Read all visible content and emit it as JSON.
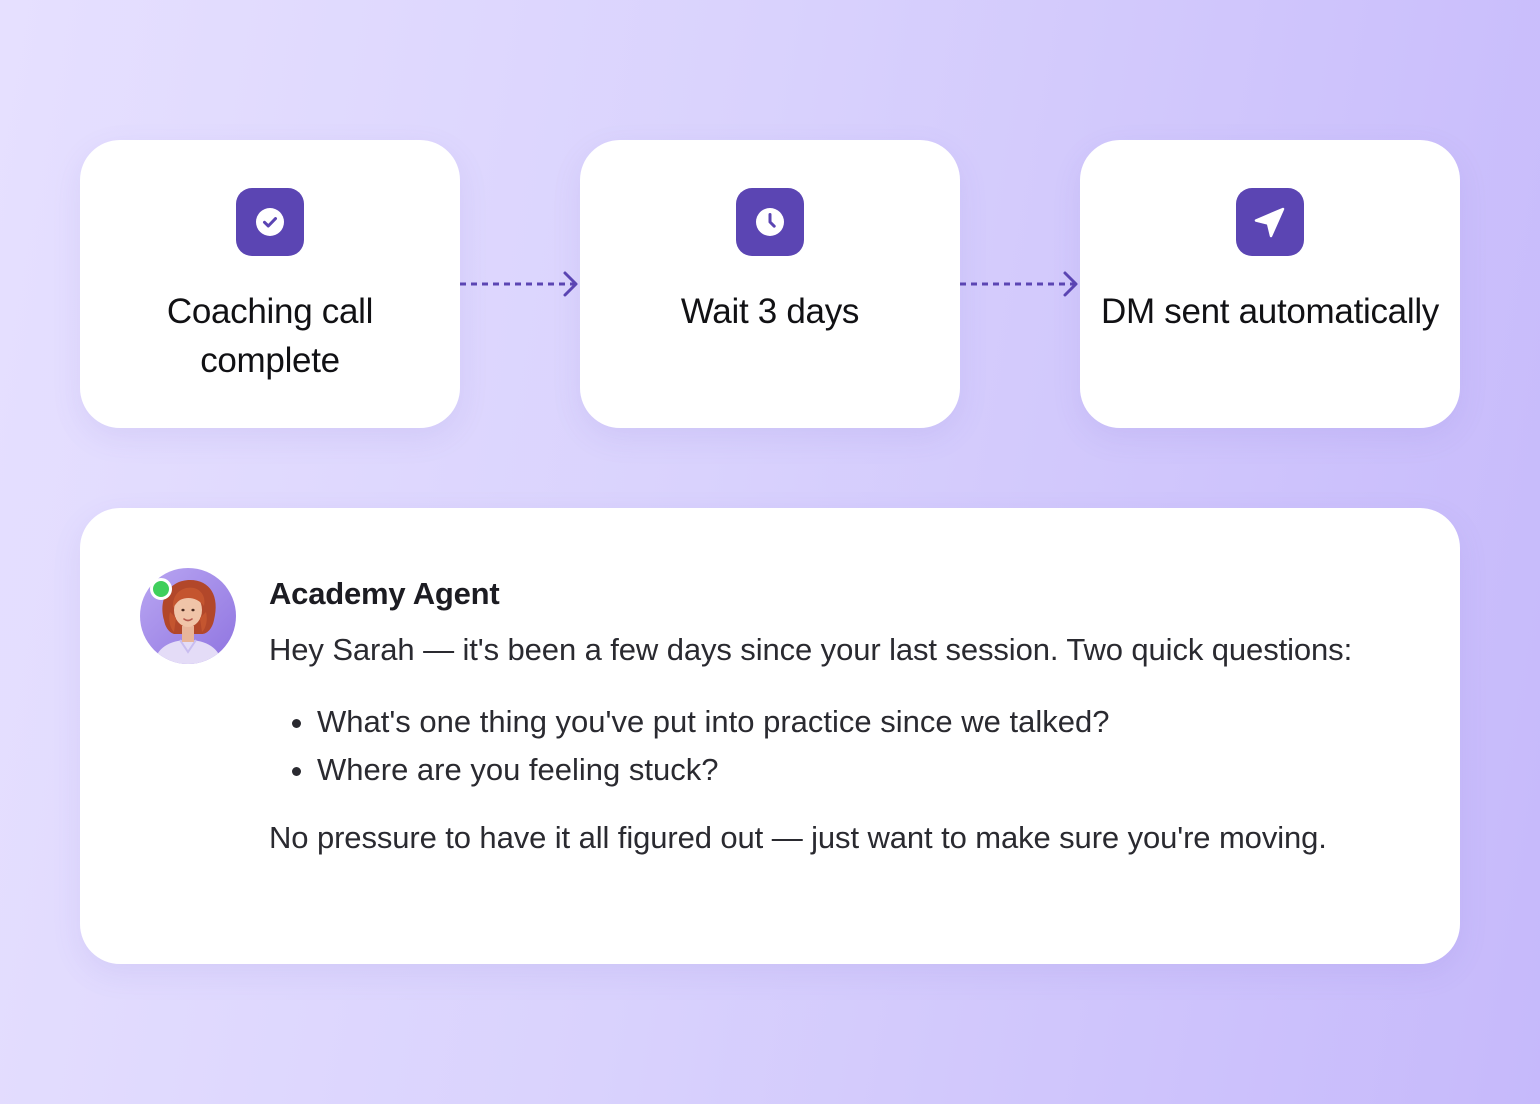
{
  "colors": {
    "accent": "#5b45b3",
    "background_start": "#e6e0ff",
    "background_end": "#c6b9fb",
    "card": "#ffffff",
    "online": "#3fcf5c"
  },
  "workflow": {
    "steps": [
      {
        "icon": "check-circle-icon",
        "label": "Coaching call complete"
      },
      {
        "icon": "clock-icon",
        "label": "Wait 3 days"
      },
      {
        "icon": "send-arrow-icon",
        "label": "DM sent automatically"
      }
    ],
    "connector_icon": "dashed-arrow-right-icon"
  },
  "message": {
    "avatar_icon": "agent-avatar",
    "status": "online",
    "sender": "Academy Agent",
    "intro": "Hey Sarah — it's been a few days since your last session. Two quick questions:",
    "questions": [
      "What's one thing you've put into practice since we talked?",
      "Where are you feeling stuck?"
    ],
    "closing": "No pressure to have it all figured out — just want to make sure you're moving."
  }
}
